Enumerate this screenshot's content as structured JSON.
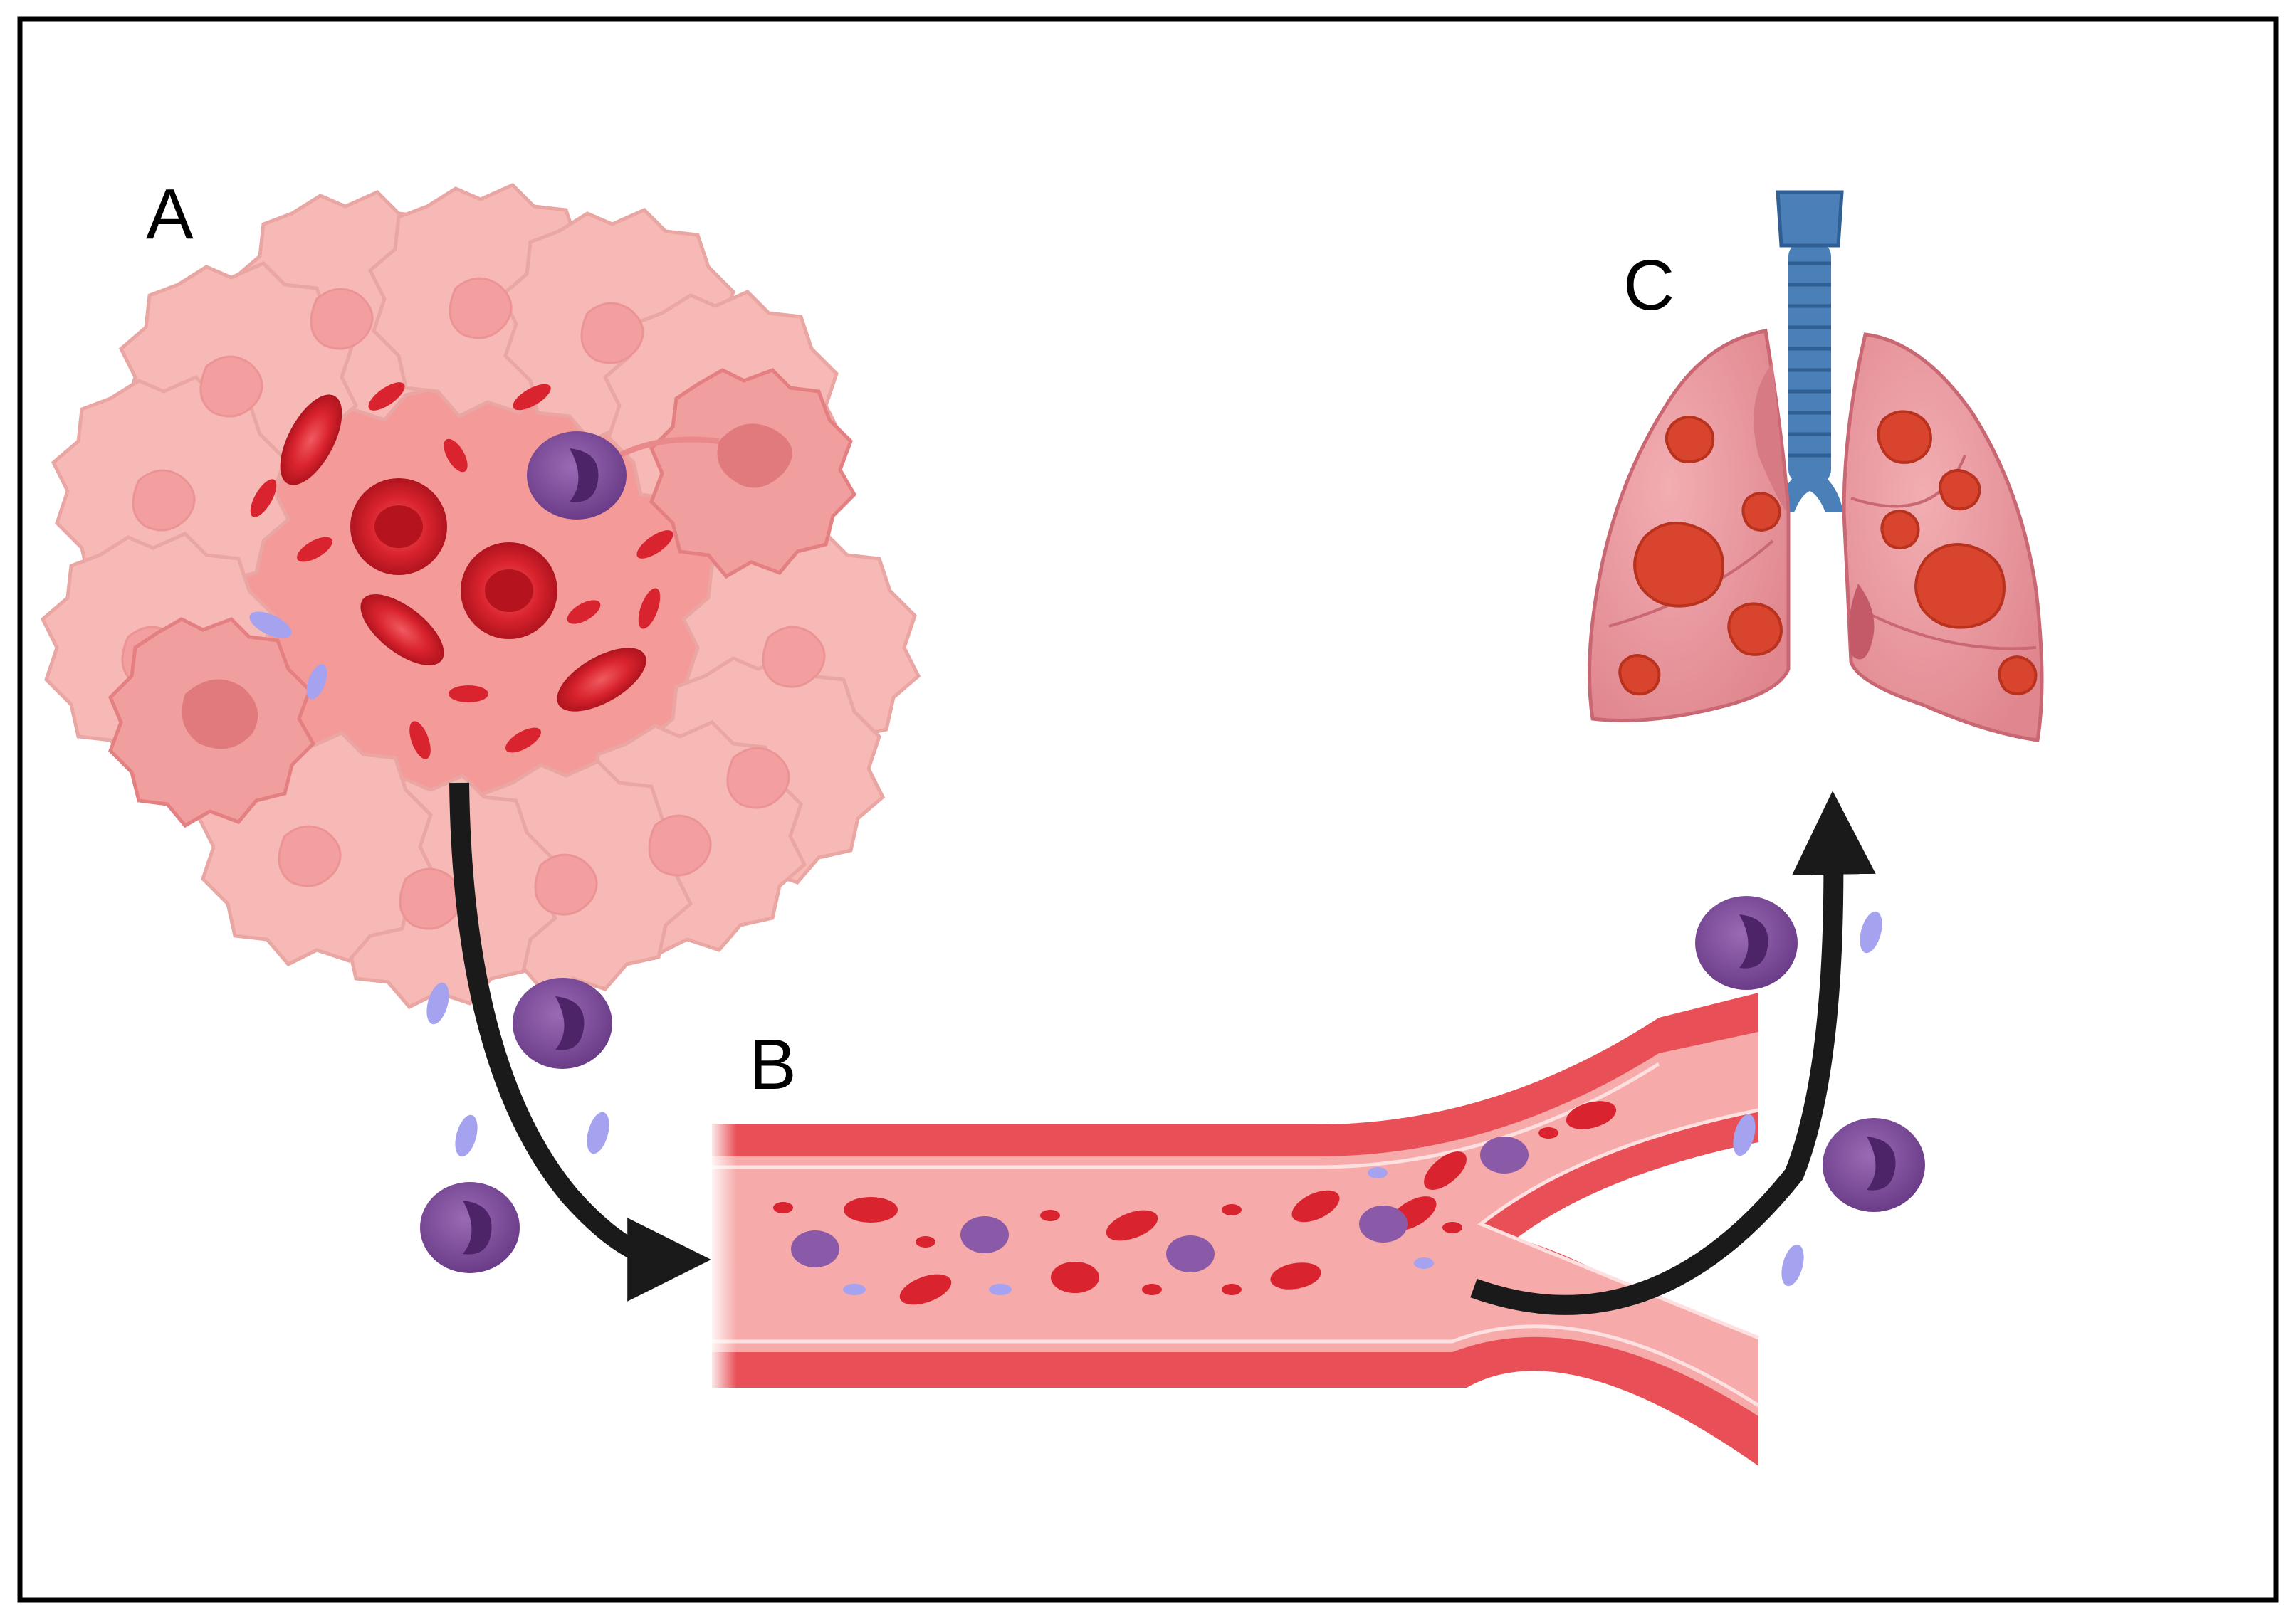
{
  "panels": {
    "a": {
      "label": "A"
    },
    "b": {
      "label": "B"
    },
    "c": {
      "label": "C"
    }
  },
  "colors": {
    "tumor_cell": "#f7b9b6",
    "tumor_cell_edge": "#eba3a0",
    "tumor_nucleus": "#f29d9c",
    "tumor_core": "#f49a98",
    "red_blood_cell": "#d9232e",
    "red_blood_cell_dark": "#a8121c",
    "leukocyte": "#7b4a98",
    "leukocyte_dark": "#4d2468",
    "platelet": "#a5a3f0",
    "vessel_wall": "#e94f56",
    "vessel_lumen": "#f6aaa9",
    "lung": "#e8959b",
    "lung_edge": "#c96873",
    "trachea": "#4a7fb8",
    "metastasis": "#d9442e",
    "arrow": "#1a1a1a",
    "frame": "#000000"
  }
}
